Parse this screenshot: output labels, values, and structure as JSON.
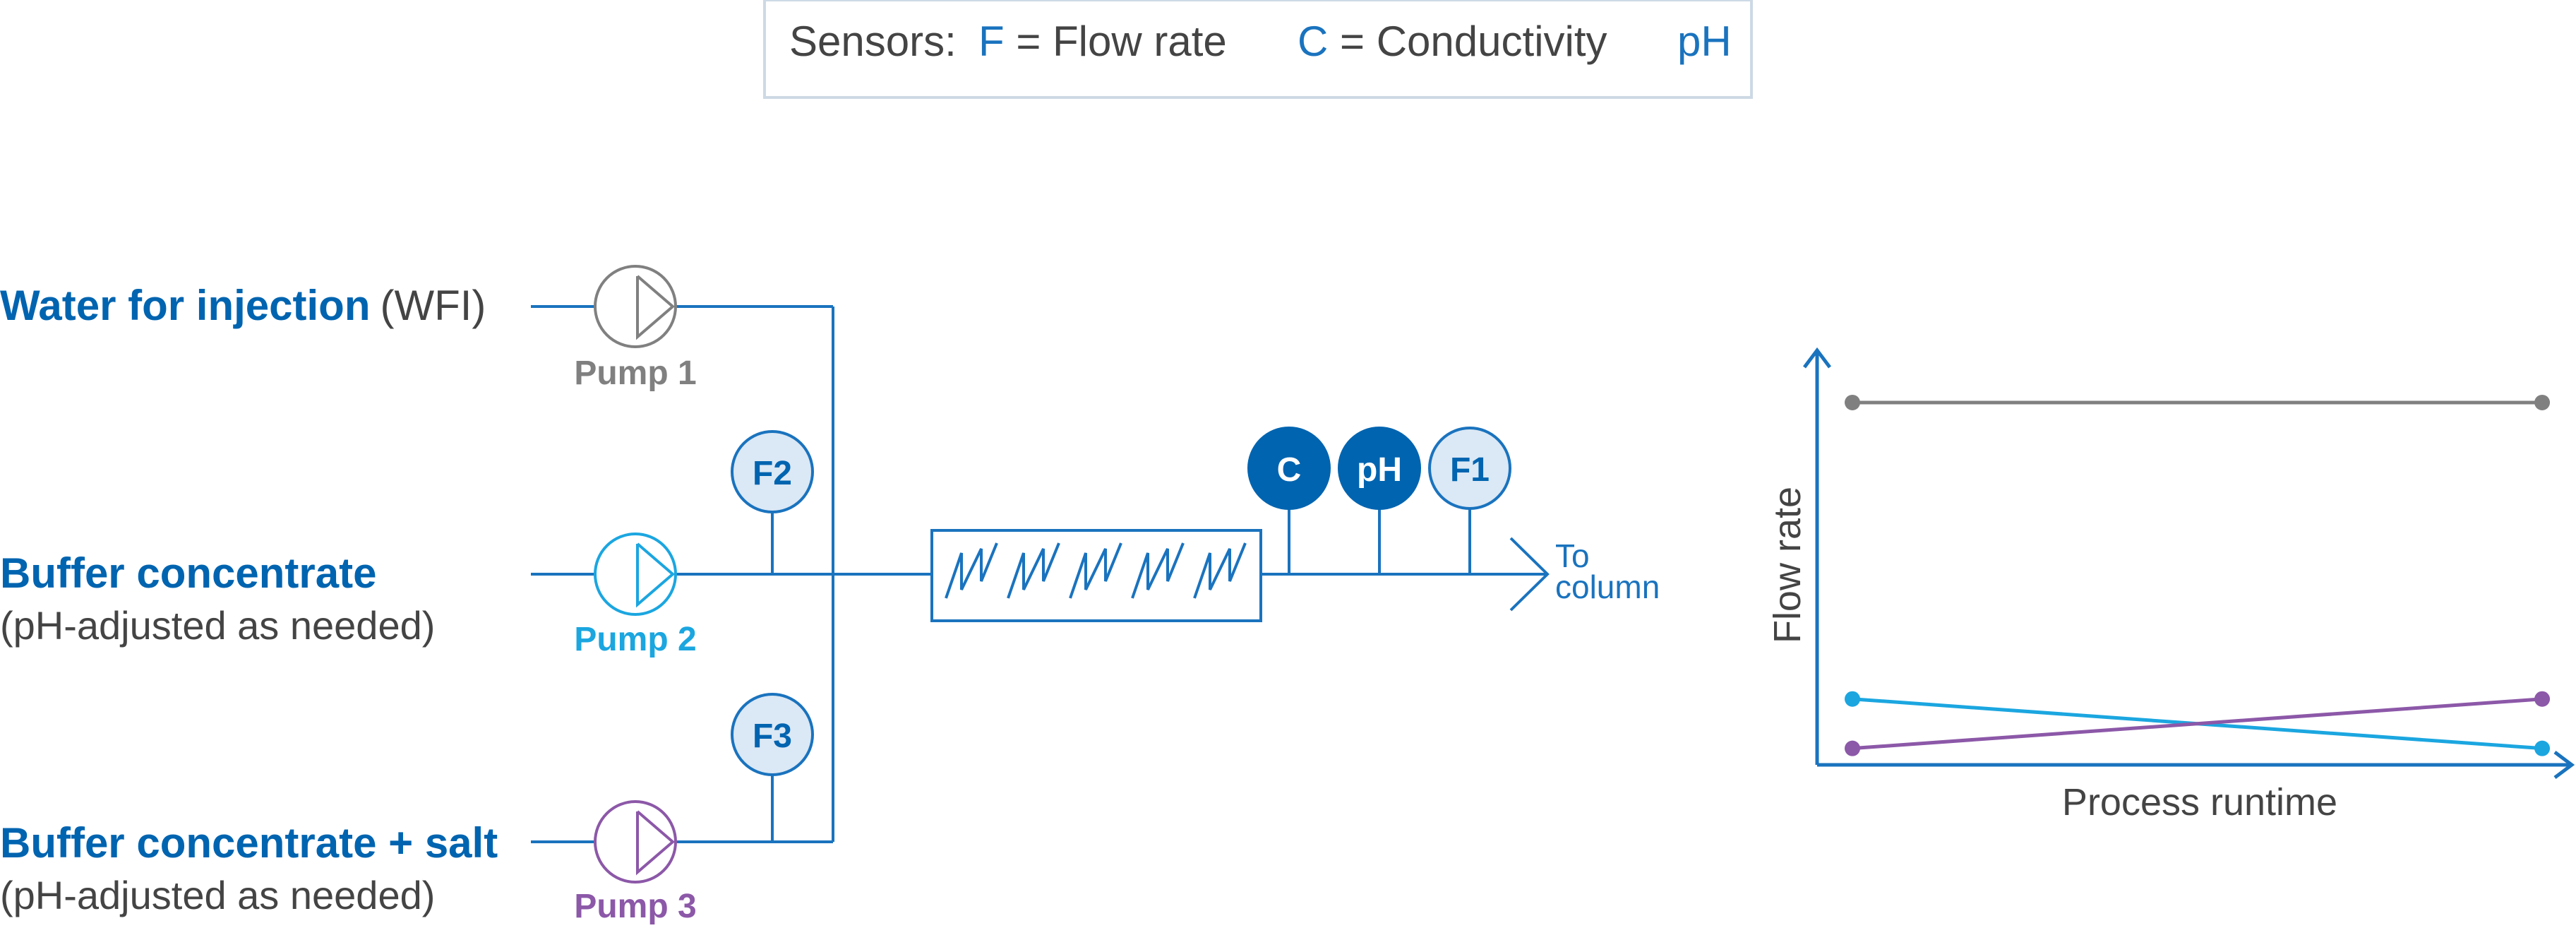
{
  "legend": {
    "prefix": "Sensors:",
    "flow": "F = Flow rate",
    "conductivity": "C = Conductivity",
    "ph": "pH"
  },
  "sources": {
    "wfi_name": "Water for injection",
    "wfi_abbr": "(WFI)",
    "buffer_name": "Buffer concentrate",
    "buffer_note": "(pH-adjusted as needed)",
    "salt_name": "Buffer concentrate + salt",
    "salt_note": "(pH-adjusted as needed)"
  },
  "pumps": {
    "p1": "Pump 1",
    "p2": "Pump 2",
    "p3": "Pump 3"
  },
  "sensors": {
    "f2": "F2",
    "f3": "F3",
    "c": "C",
    "ph": "pH",
    "f1": "F1"
  },
  "outlet": {
    "line1": "To",
    "line2": "column"
  },
  "chart_data": {
    "type": "line",
    "xlabel": "Process runtime",
    "ylabel": "Flow rate",
    "x": [
      0,
      1
    ],
    "xlim": [
      0,
      1.09
    ],
    "ylim": [
      0,
      1
    ],
    "series": [
      {
        "color": "#808080",
        "values": [
          0.88,
          0.88
        ]
      },
      {
        "color": "#1ba6e0",
        "values": [
          0.16,
          0.04
        ]
      },
      {
        "color": "#8c58a8",
        "values": [
          0.04,
          0.16
        ]
      }
    ]
  },
  "colors": {
    "primary": "#0064b0",
    "line": "#1a73be",
    "pump1": "#808080",
    "pump2": "#1ba6e0",
    "pump3": "#8c58a8",
    "sensor_fill_light": "#dbe8f5",
    "sensor_fill_dark": "#0064b0",
    "legend_border": "#cdd9e5"
  }
}
